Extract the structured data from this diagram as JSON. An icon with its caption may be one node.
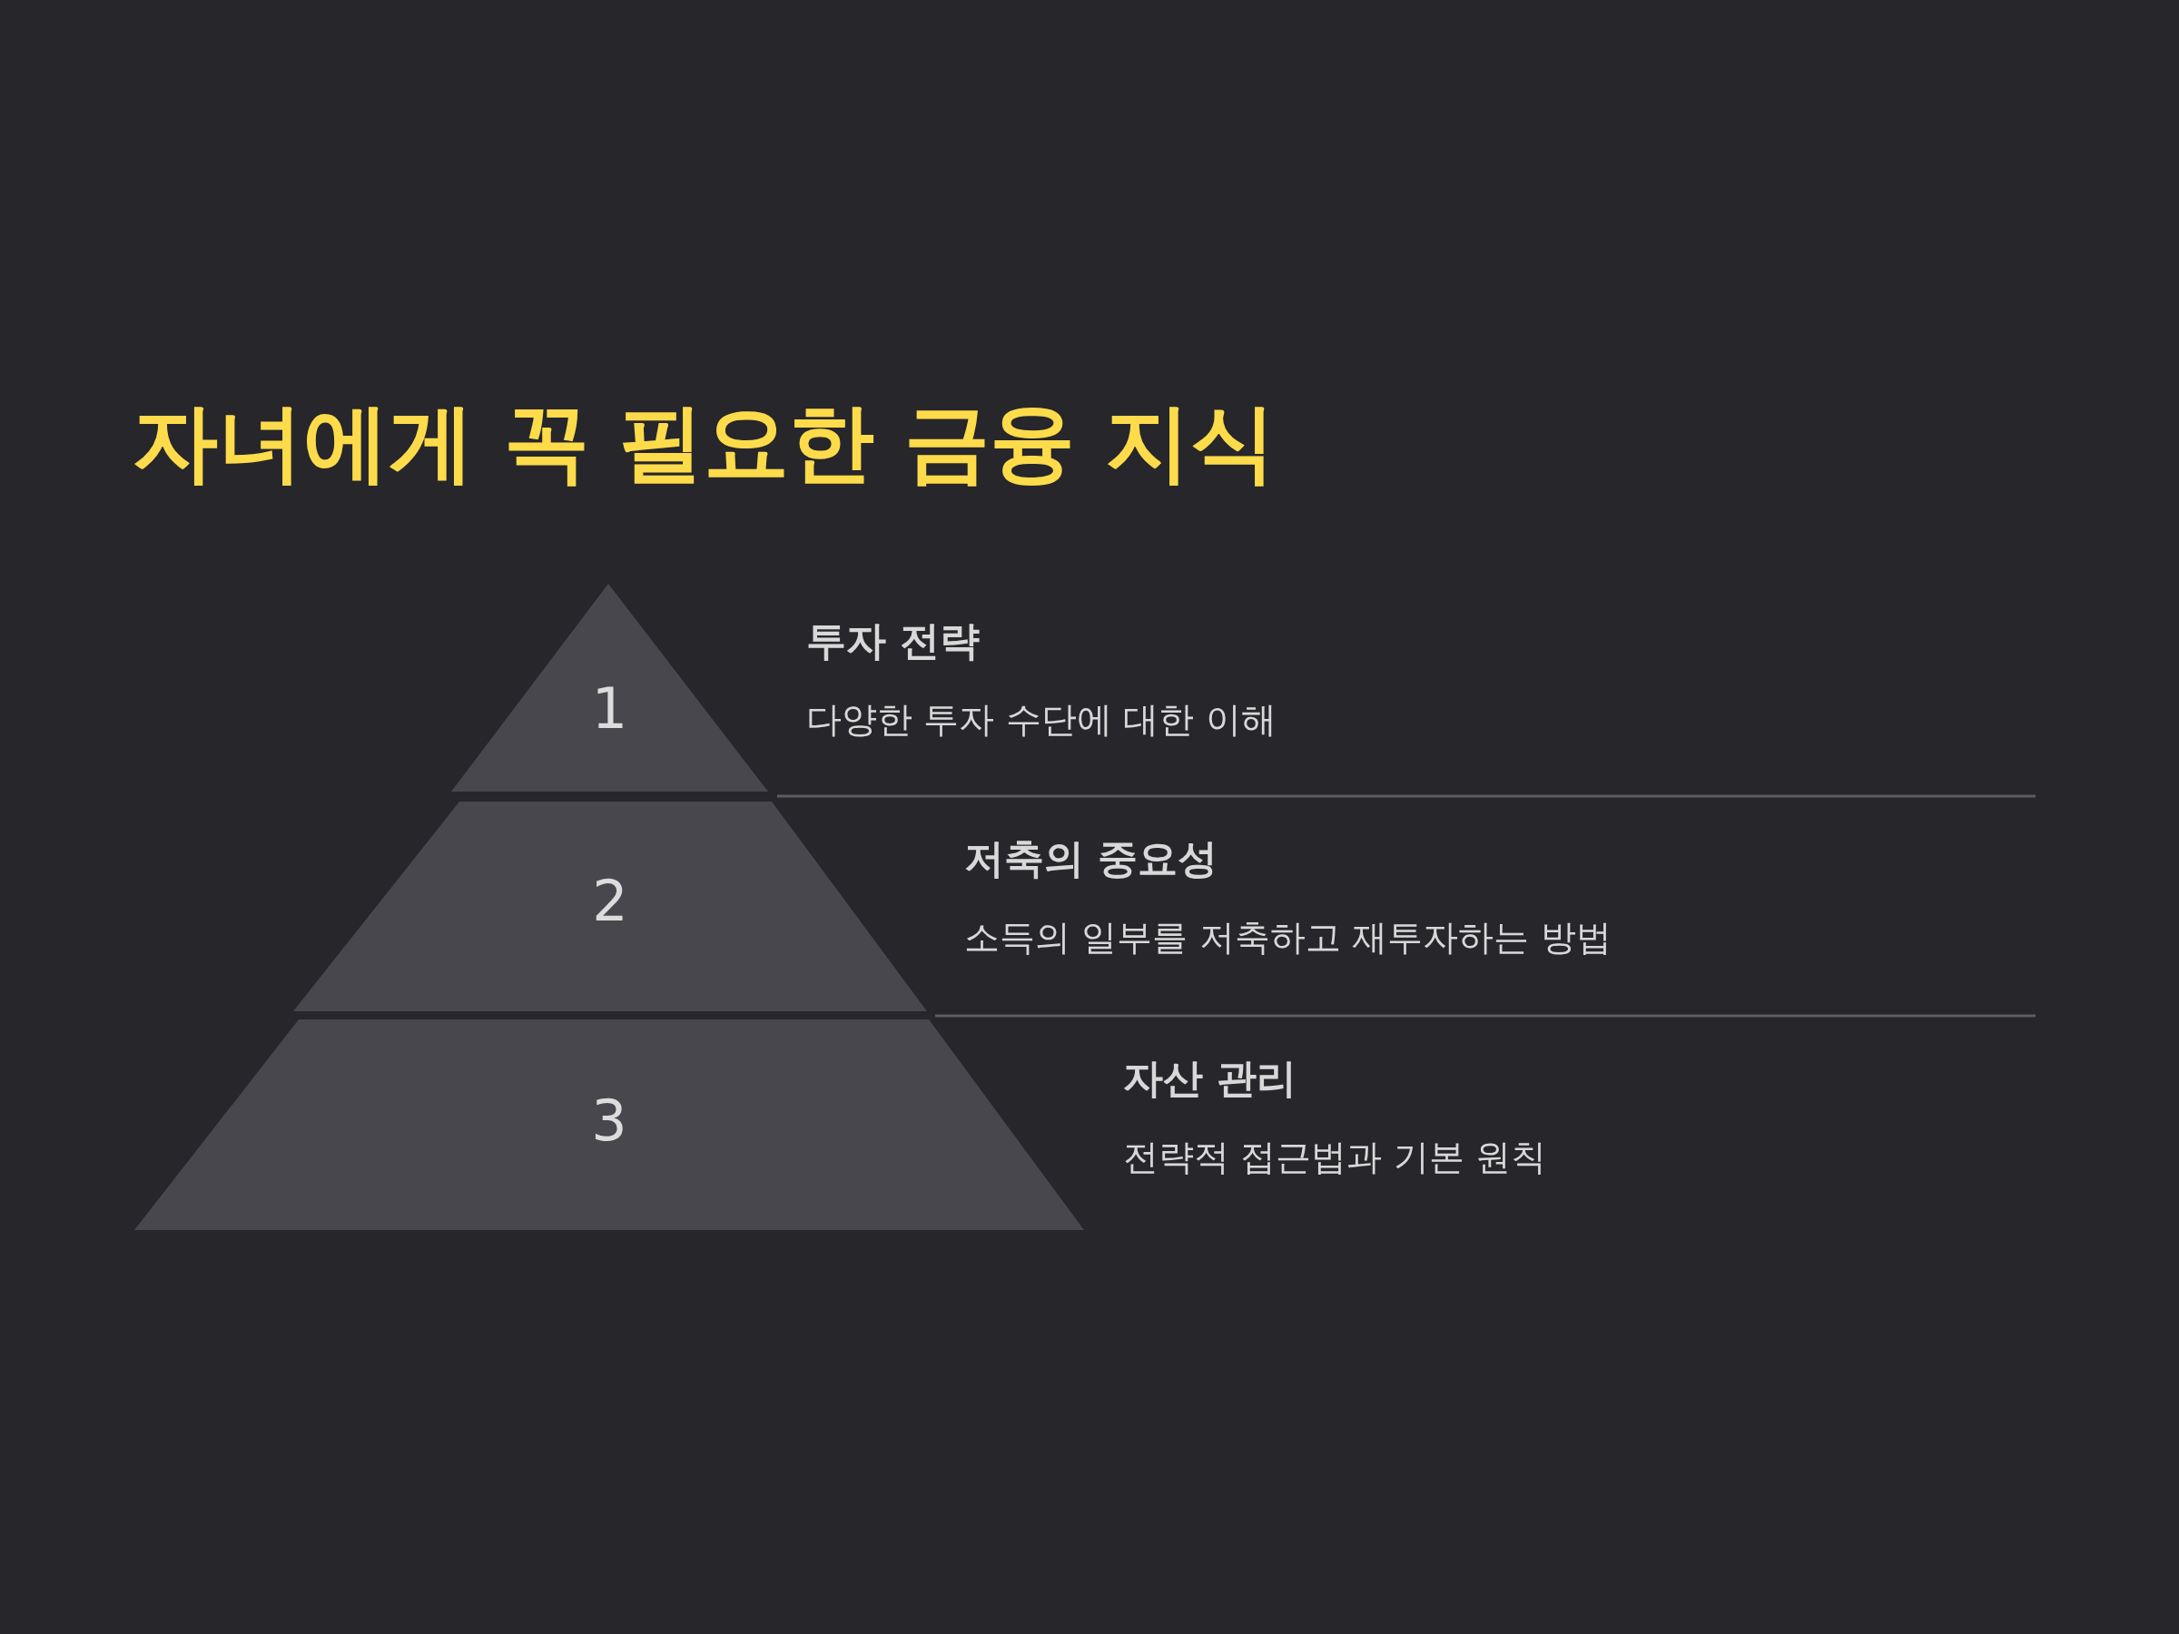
{
  "diagram": {
    "title": "자녀에게 꼭 필요한 금융 지식",
    "nodes": [
      {
        "text": [
          "1"
        ],
        "beside": [
          "투자 전략",
          "다양한 투자 수단에 대한 이해"
        ]
      },
      {
        "text": [
          "2"
        ],
        "beside": [
          "저축의 중요성",
          "소득의 일부를 저축하고 재투자하는 방법"
        ]
      },
      {
        "text": [
          "3"
        ],
        "beside": [
          "자산 관리",
          "전략적 접근법과 기본 원칙"
        ]
      }
    ]
  }
}
